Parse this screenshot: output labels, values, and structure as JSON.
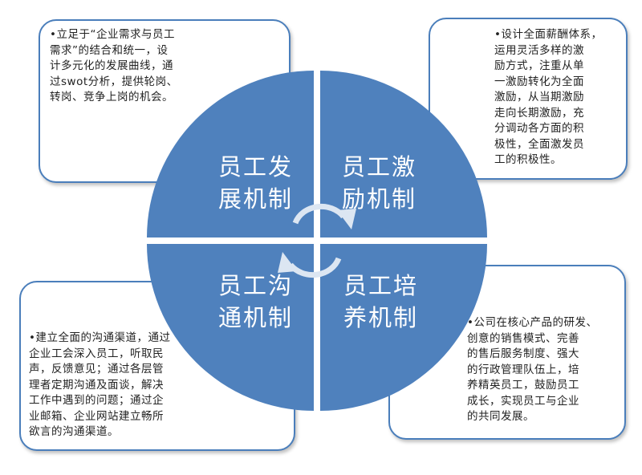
{
  "quadrants": [
    {
      "title": "员工发\n展机制",
      "text": "•立足于“企业需求与员工\n需求”的结合和统一，设\n计多元化的发展曲线，通\n过swot分析，提供轮岗、\n转岗、竞争上岗的机会。"
    },
    {
      "title": "员工激\n励机制",
      "text": "•设计全面薪酬体系，\n运用灵活多样的激\n励方式，注重从单\n一激励转化为全面\n激励，从当期激励\n走向长期激励，充\n分调动各方面的积\n极性，全面激发员\n工的积极性。"
    },
    {
      "title": "员工沟\n通机制",
      "text": "•建立全面的沟通渠道，通过\n企业工会深入员工，听取民\n声，反馈意见；通过各层管\n理者定期沟通及面谈，解决\n工作中遇到的问题；通过企\n业邮箱、企业网站建立畅所\n欲言的沟通渠道。"
    },
    {
      "title": "员工培\n养机制",
      "text": "•公司在核心产品的研发、\n创意的销售模式、完善\n的售后服务制度、强大\n的行政管理队伍上，培\n养精英员工，鼓励员工\n成长，实现员工与企业\n的共同发展。"
    }
  ],
  "colors": {
    "circle": "#4f81bd",
    "border": "#4a7ebb"
  }
}
